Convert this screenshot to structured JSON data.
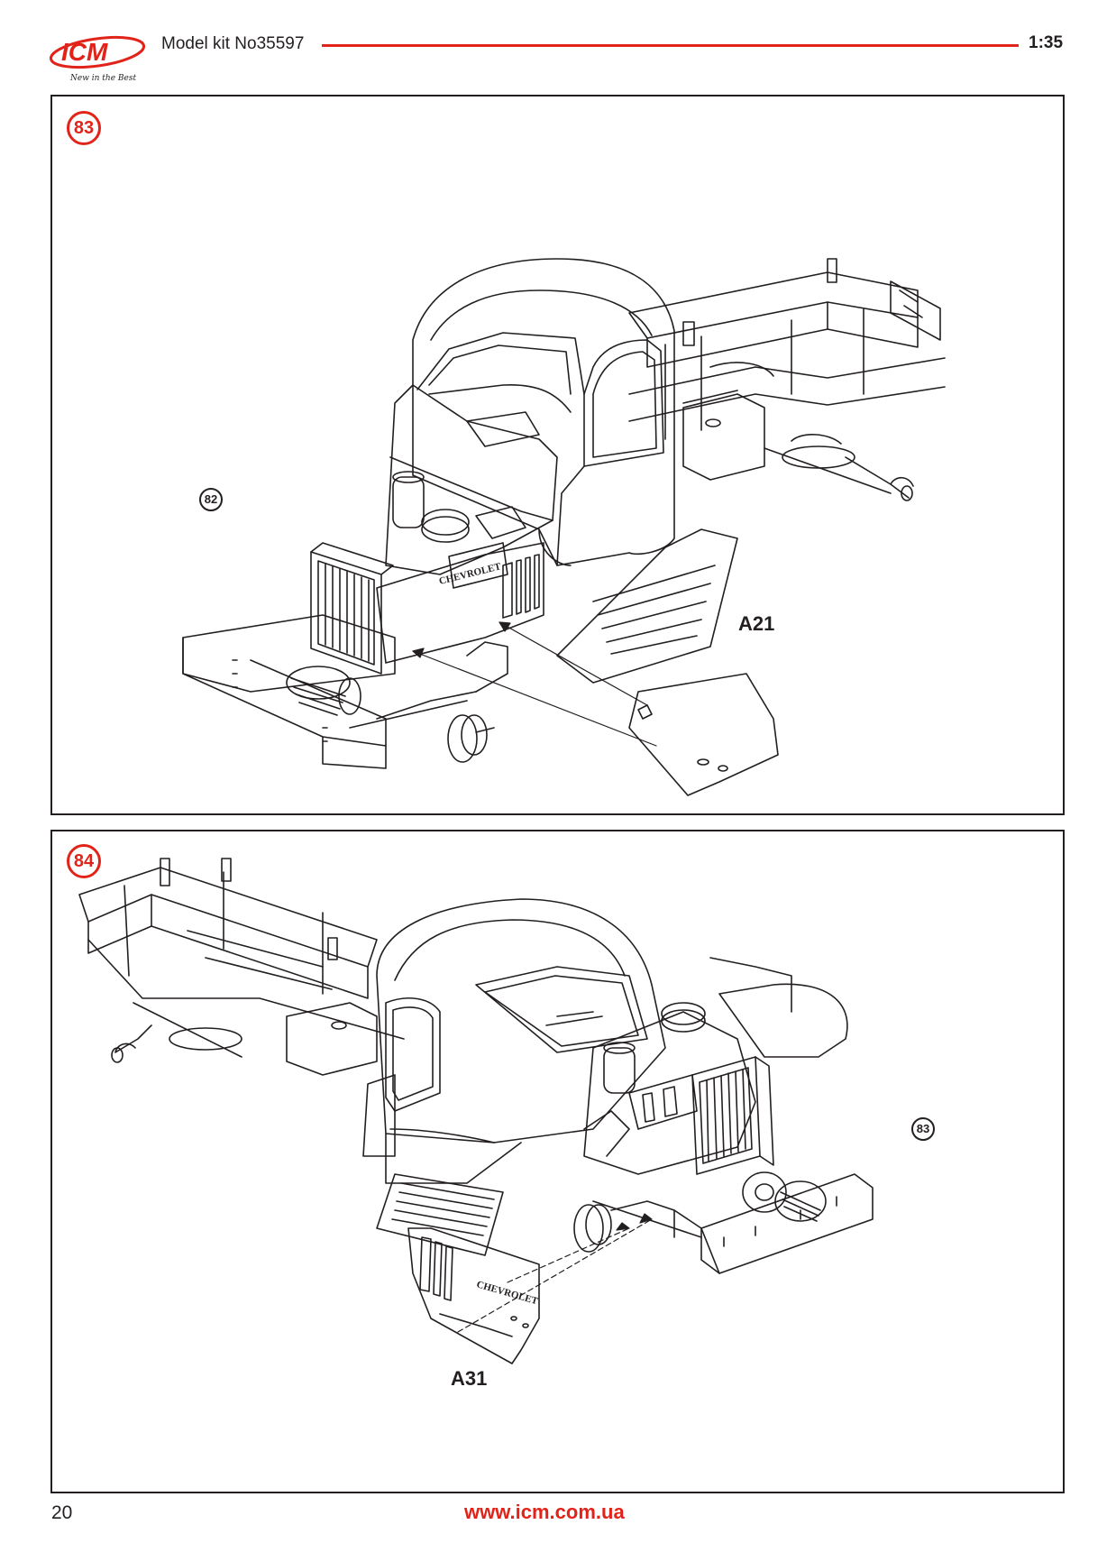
{
  "header": {
    "brand": "ICM",
    "tagline": "New in the Best",
    "model_kit": "Model kit No35597",
    "scale": "1:35"
  },
  "steps": [
    {
      "number": "83",
      "reference_step": "82",
      "part_label": "A21"
    },
    {
      "number": "84",
      "reference_step": "83",
      "part_label": "A31"
    }
  ],
  "grille_lettering": "CHEVROLET",
  "footer": {
    "page_number": "20",
    "website": "www.icm.com.ua"
  },
  "colors": {
    "brand_red": "#e2231a",
    "line": "#231f20"
  }
}
